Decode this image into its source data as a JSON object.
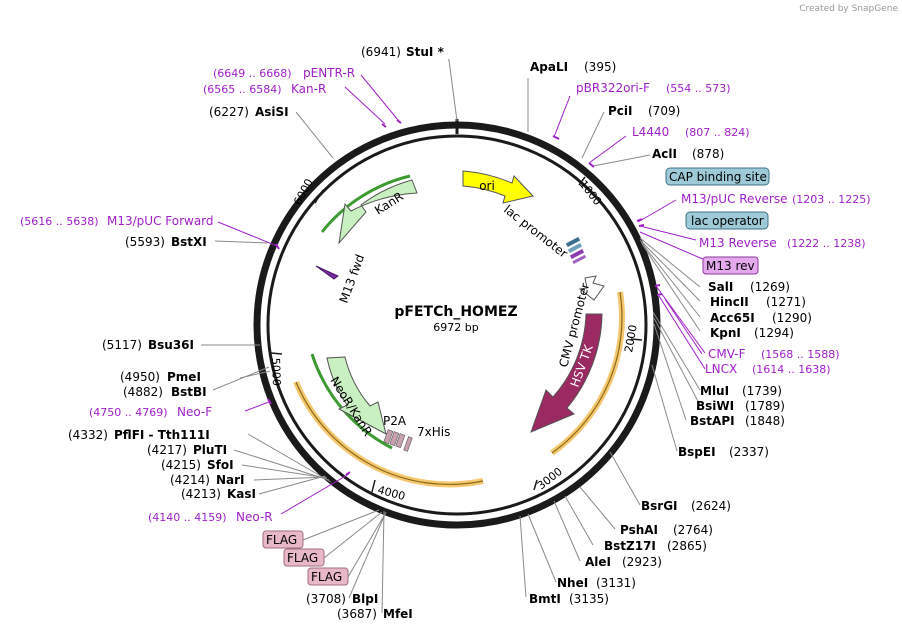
{
  "title": "pFETCh_HOMEZ",
  "size": "6972 bp",
  "credit": "Created by SnapGene",
  "tick_labels": [
    "1000",
    "2000",
    "3000",
    "4000",
    "5000",
    "6000"
  ],
  "sites_right": [
    {
      "name": "ApaLI",
      "pos": "(395)"
    },
    {
      "name": "PciI",
      "pos": "(709)"
    },
    {
      "name": "AclI",
      "pos": "(878)"
    },
    {
      "name": "SalI",
      "pos": "(1269)"
    },
    {
      "name": "HincII",
      "pos": "(1271)"
    },
    {
      "name": "Acc65I",
      "pos": "(1290)"
    },
    {
      "name": "KpnI",
      "pos": "(1294)"
    },
    {
      "name": "MluI",
      "pos": "(1739)"
    },
    {
      "name": "BsiWI",
      "pos": "(1789)"
    },
    {
      "name": "BstAPI",
      "pos": "(1848)"
    },
    {
      "name": "BspEI",
      "pos": "(2337)"
    },
    {
      "name": "BsrGI",
      "pos": "(2624)"
    },
    {
      "name": "PshAI",
      "pos": "(2764)"
    },
    {
      "name": "BstZ17I",
      "pos": "(2865)"
    },
    {
      "name": "AleI",
      "pos": "(2923)"
    },
    {
      "name": "NheI",
      "pos": "(3131)"
    },
    {
      "name": "BmtI",
      "pos": "(3135)"
    }
  ],
  "sites_left": [
    {
      "name": "StuI *",
      "pos": "(6941)"
    },
    {
      "name": "AsiSI",
      "pos": "(6227)"
    },
    {
      "name": "BstXI",
      "pos": "(5593)"
    },
    {
      "name": "Bsu36I",
      "pos": "(5117)"
    },
    {
      "name": "PmeI",
      "pos": "(4950)"
    },
    {
      "name": "BstBI",
      "pos": "(4882)"
    },
    {
      "name": "PflFI - Tth111I",
      "pos": "(4332)"
    },
    {
      "name": "PluTI",
      "pos": "(4217)"
    },
    {
      "name": "SfoI",
      "pos": "(4215)"
    },
    {
      "name": "NarI",
      "pos": "(4214)"
    },
    {
      "name": "KasI",
      "pos": "(4213)"
    },
    {
      "name": "BlpI",
      "pos": "(3708)"
    },
    {
      "name": "MfeI",
      "pos": "(3687)"
    }
  ],
  "primers": [
    {
      "name": "pBR322ori-F",
      "range": "(554 .. 573)"
    },
    {
      "name": "L4440",
      "range": "(807 .. 824)"
    },
    {
      "name": "M13/pUC Reverse",
      "range": "(1203 .. 1225)"
    },
    {
      "name": "M13 Reverse",
      "range": "(1222 .. 1238)"
    },
    {
      "name": "CMV-F",
      "range": "(1568 .. 1588)"
    },
    {
      "name": "LNCX",
      "range": "(1614 .. 1638)"
    },
    {
      "name": "pENTR-R",
      "range": "(6649 .. 6668)"
    },
    {
      "name": "Kan-R",
      "range": "(6565 .. 6584)"
    },
    {
      "name": "M13/pUC Forward",
      "range": "(5616 .. 5638)"
    },
    {
      "name": "Neo-F",
      "range": "(4750 .. 4769)"
    },
    {
      "name": "Neo-R",
      "range": "(4140 .. 4159)"
    }
  ],
  "boxed_features": {
    "cap": "CAP binding site",
    "lac_op": "lac operator",
    "m13rev": "M13 rev",
    "flag1": "FLAG",
    "flag2": "FLAG",
    "flag3": "FLAG"
  },
  "features": {
    "ori": "ori",
    "kanr": "KanR",
    "neor": "NeoR/KanR",
    "hsvtk": "HSV TK",
    "lac_promoter": "lac promoter",
    "cmv_promoter": "CMV promoter",
    "m13_fwd": "M13 fwd",
    "p2a": "P2A",
    "his": "7xHis"
  },
  "colors": {
    "backbone": "#1a1a1a",
    "ori": "#ffff00",
    "kanr": "#c8f0c0",
    "hsvtk": "#9b2a62",
    "orf": "#f5c76e",
    "primer": "#a020c8",
    "feature_box_blue": "#9ec9d6",
    "flag_box": "#e8b8c8"
  }
}
